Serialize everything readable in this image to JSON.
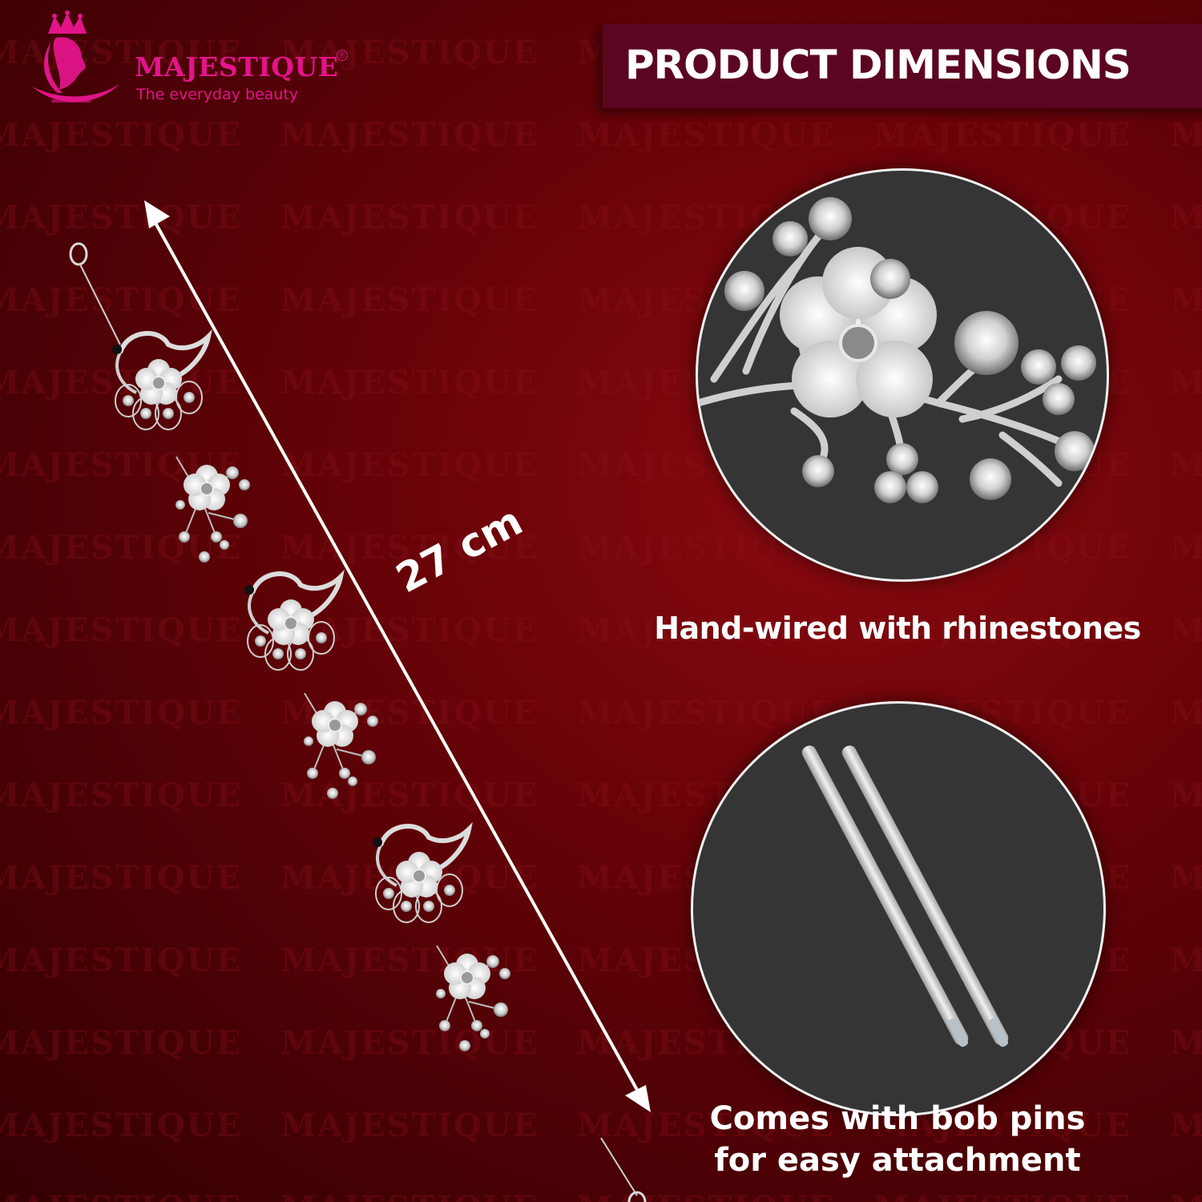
{
  "brand": {
    "name": "MAJESTIQUE",
    "registered_mark": "®",
    "tagline": "The everyday beauty",
    "color": "#e3148a"
  },
  "watermark": {
    "text": "MAJESTIQUE"
  },
  "header": {
    "title": "PRODUCT DIMENSIONS",
    "banner_color": "#5c0520"
  },
  "product": {
    "name": "silver peacock flower rhinestone hair chain",
    "length_label": "27 cm",
    "arrow_icon": "double-arrow"
  },
  "features": [
    {
      "image": "rhinestone-flower-closeup",
      "caption": "Hand-wired with rhinestones"
    },
    {
      "image": "bob-pins",
      "caption_line1": "Comes with bob pins",
      "caption_line2": "for easy attachment"
    }
  ],
  "colors": {
    "background_center": "#8a0a10",
    "background_edge": "#330003",
    "circle_fill": "#353535",
    "circle_border": "#f2f2f2",
    "text": "#ffffff"
  }
}
